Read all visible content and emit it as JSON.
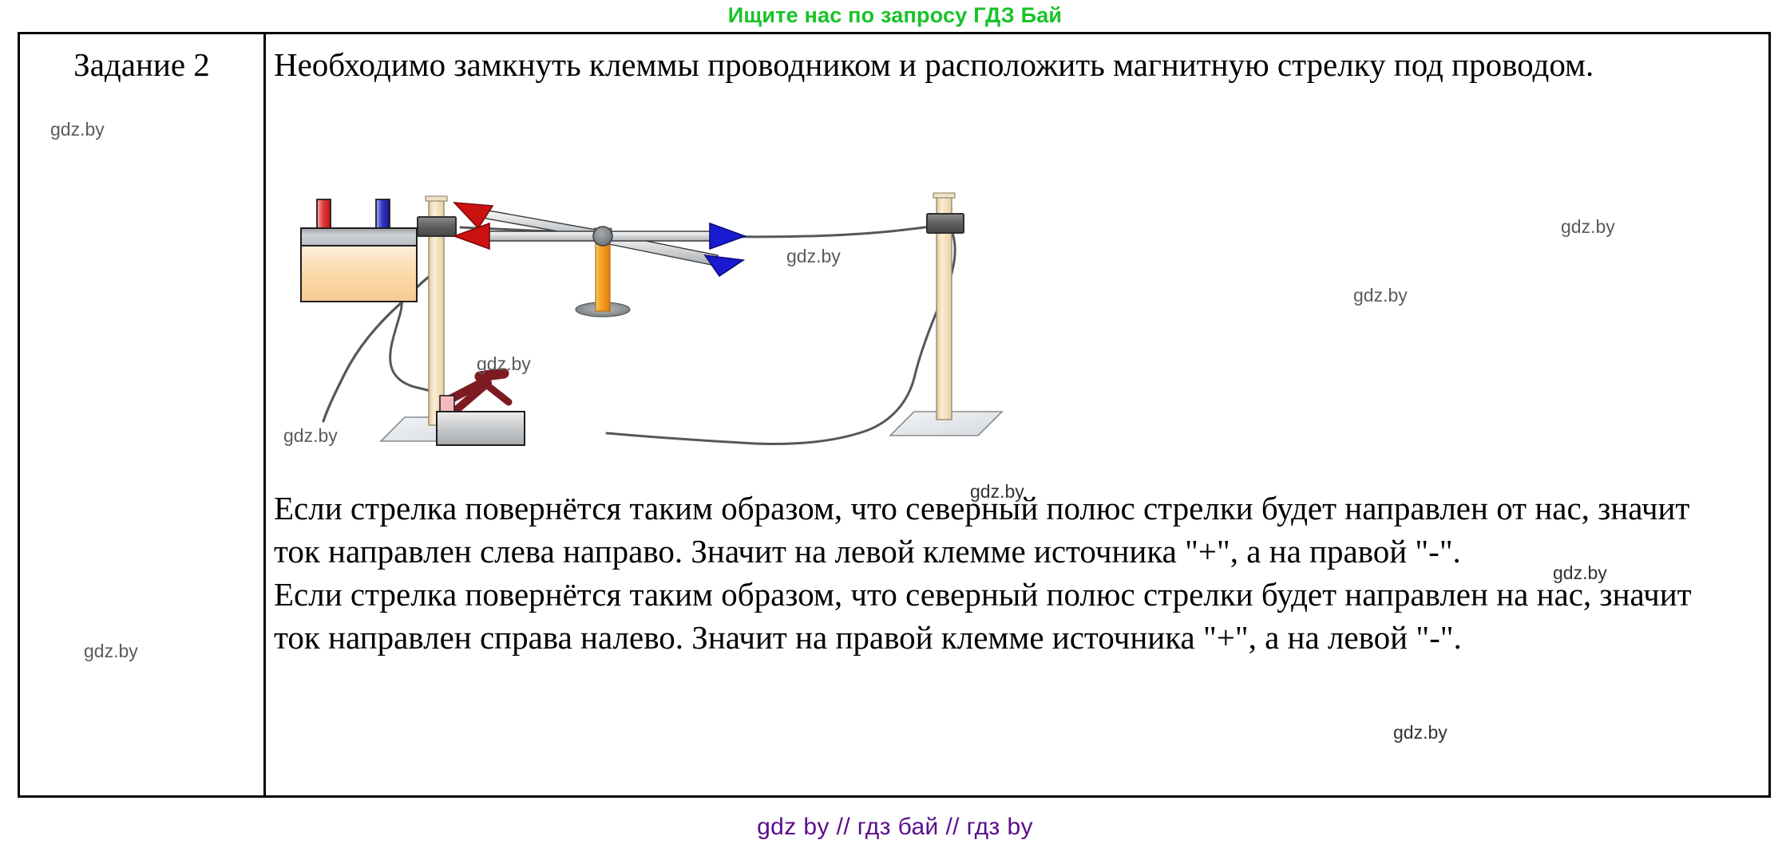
{
  "header": {
    "banner_text": "Ищите нас по запросу ГДЗ Бай",
    "banner_color": "#18c328"
  },
  "task": {
    "label": "Задание 2"
  },
  "intro": {
    "line1": "Необходимо замкнуть клеммы проводником и расположить магнитную",
    "line2": "стрелку под проводом."
  },
  "body": {
    "paragraph1": "Если стрелка повернётся таким образом, что северный полюс стрелки будет направлен от нас, значит ток направлен слева направо. Значит на левой клемме источника \"+\", а на правой \"-\".",
    "paragraph2": "Если стрелка повернётся таким образом, что северный полюс стрелки будет направлен на нас, значит ток направлен справа налево. Значит на правой клемме источника \"+\", а на левой \"-\"."
  },
  "watermarks": {
    "w1": "gdz.by",
    "w2": "gdz.by",
    "w3": "gdz.by",
    "w4": "gdz.by",
    "w5": "gdz.by",
    "w6": "gdz.by",
    "w7": "gdz.by",
    "w8": "gdz.by",
    "w9": "gdz.by",
    "w10": "gdz.by"
  },
  "footer": {
    "text": "gdz by  //  гдз бай  //  гдз by",
    "color": "#5b0d8c"
  },
  "diagram": {
    "title": "electric-circuit-with-magnetic-needle",
    "components": [
      {
        "name": "battery-source",
        "terminal_left": "red",
        "terminal_right": "blue"
      },
      {
        "name": "switch-key",
        "state": "open"
      },
      {
        "name": "left-stand-post"
      },
      {
        "name": "right-stand-post"
      },
      {
        "name": "conductor-wire"
      },
      {
        "name": "magnetic-needle-compass",
        "north_color": "#cc1111",
        "south_color": "#1a1ad0"
      }
    ],
    "colors": {
      "wire": "#55575a",
      "post_wood": "#f4e0bd",
      "clamp_gray": "#6e6e6e",
      "base_gray": "#e3e6e9",
      "battery_body": "#f9d7a8",
      "battery_top": "#c9ccce",
      "needle_red": "#cc1111",
      "needle_blue": "#1a1ad0",
      "stand_orange": "#f5a623",
      "switch_red": "#7d1a22"
    }
  }
}
